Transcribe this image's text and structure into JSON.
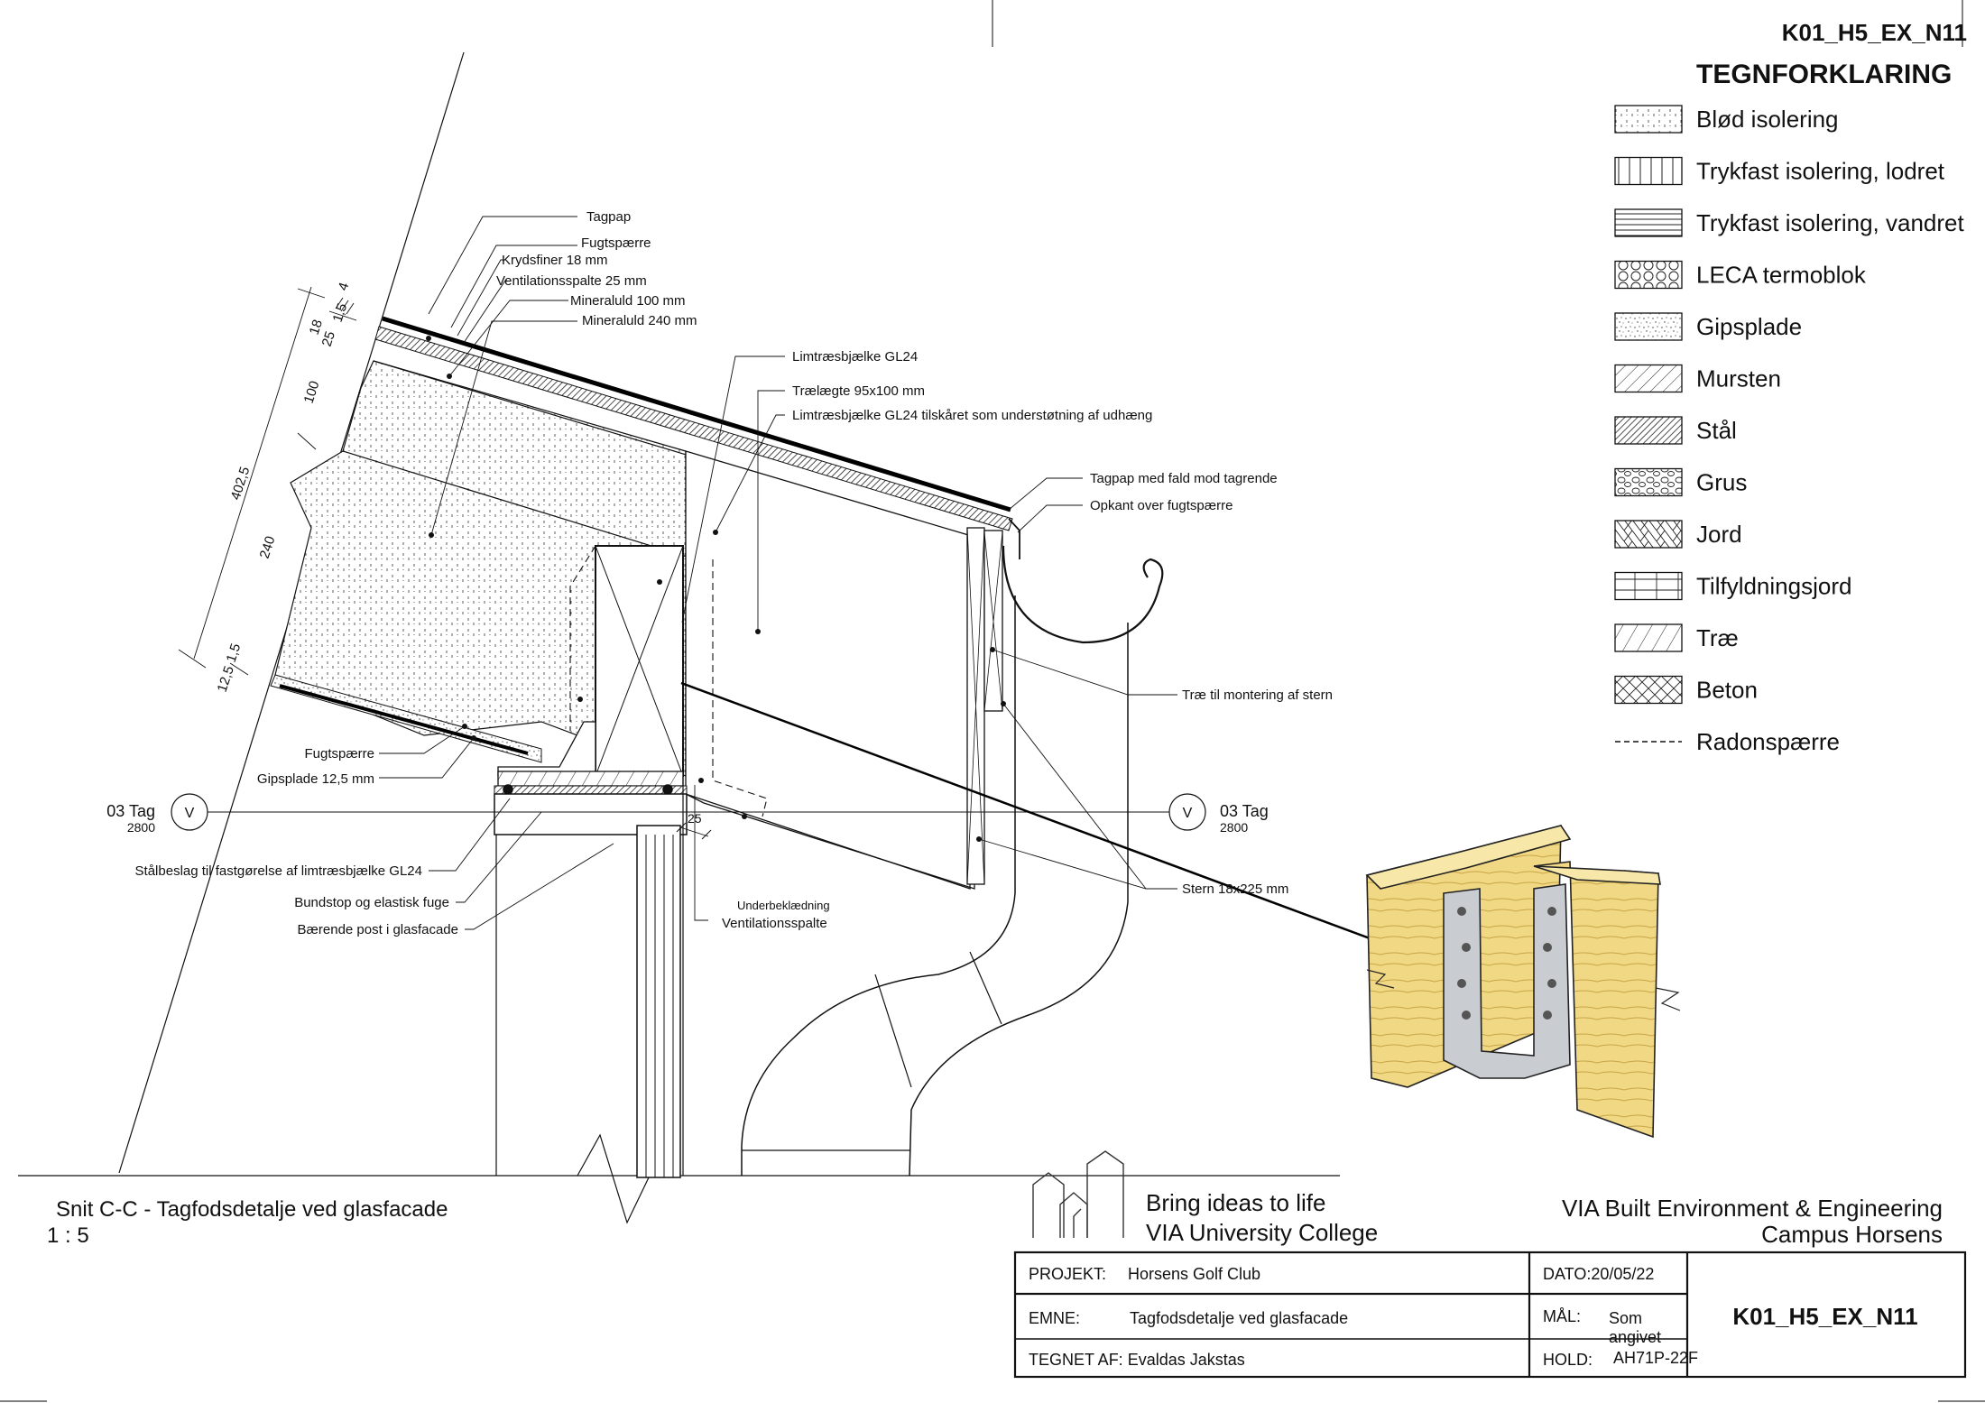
{
  "sheet_id_top": "K01_H5_EX_N11",
  "legend": {
    "title": "TEGNFORKLARING",
    "items": [
      {
        "key": "blod",
        "label": "Blød isolering"
      },
      {
        "key": "trykfast-lodret",
        "label": "Trykfast isolering, lodret"
      },
      {
        "key": "trykfast-vandret",
        "label": "Trykfast isolering, vandret"
      },
      {
        "key": "leca",
        "label": "LECA termoblok"
      },
      {
        "key": "gips",
        "label": "Gipsplade"
      },
      {
        "key": "mursten",
        "label": "Mursten"
      },
      {
        "key": "staal",
        "label": "Stål"
      },
      {
        "key": "grus",
        "label": "Grus"
      },
      {
        "key": "jord",
        "label": "Jord"
      },
      {
        "key": "tilfyldning",
        "label": "Tilfyldningsjord"
      },
      {
        "key": "trae",
        "label": "Træ"
      },
      {
        "key": "beton",
        "label": "Beton"
      },
      {
        "key": "radon",
        "label": "Radonspærre"
      }
    ]
  },
  "labels": {
    "tagpap": "Tagpap",
    "fugtspaerre_top": "Fugtspærre",
    "krydsfiner": "Krydsfiner 18 mm",
    "ventilationsspalte_25": "Ventilationsspalte 25 mm",
    "mineraluld_100": "Mineraluld 100 mm",
    "mineraluld_240": "Mineraluld 240 mm",
    "limtrae_gl24": "Limtræsbjælke GL24",
    "traelaegte": "Trælægte 95x100 mm",
    "limtrae_tilskaaret": "Limtræsbjælke GL24 tilskåret som understøtning af udhæng",
    "tagpap_fald": "Tagpap med fald mod tagrende",
    "opkant": "Opkant over fugtspærre",
    "trae_montering": "Træ til montering af stern",
    "stern": "Stern 18x225 mm",
    "fugtspaerre_bottom": "Fugtspærre",
    "gipsplade": "Gipsplade 12,5 mm",
    "staalbeslag": "Stålbeslag til fastgørelse af limtræsbjælke GL24",
    "bundstop": "Bundstop og elastisk fuge",
    "baerende_post": "Bærende post i glasfacade",
    "underbeklaedning": "Underbeklædning",
    "ventilationsspalte": "Ventilationsspalte",
    "level_name": "03 Tag",
    "level_value": "2800",
    "level_marker": "V",
    "dim_25": "25"
  },
  "dimensions": {
    "d18": "18",
    "d25": "25",
    "d15_4": "1,5",
    "d4": "4",
    "d100": "100",
    "d402": "402,5",
    "d240": "240",
    "d125": "12,5",
    "d15b": "1,5"
  },
  "drawing": {
    "title": "Snit C-C - Tagfodsdetalje ved glasfacade",
    "scale": "1 : 5"
  },
  "branding": {
    "slogan": "Bring ideas to life",
    "college": "VIA University College",
    "dept": "VIA Built Environment & Engineering",
    "campus": "Campus Horsens"
  },
  "title_block": {
    "projekt_label": "PROJEKT:",
    "projekt_value": "Horsens Golf Club",
    "dato": "DATO:20/05/22",
    "emne_label": "EMNE:",
    "emne_value": "Tagfodsdetalje ved glasfacade",
    "maal_label": "MÅL:",
    "maal_value_1": "Som",
    "maal_value_2": "angivet",
    "tegnet": "TEGNET AF: Evaldas Jakstas",
    "hold_label": "HOLD:",
    "hold_value": "AH71P-22F",
    "sheet_id": "K01_H5_EX_N11"
  }
}
